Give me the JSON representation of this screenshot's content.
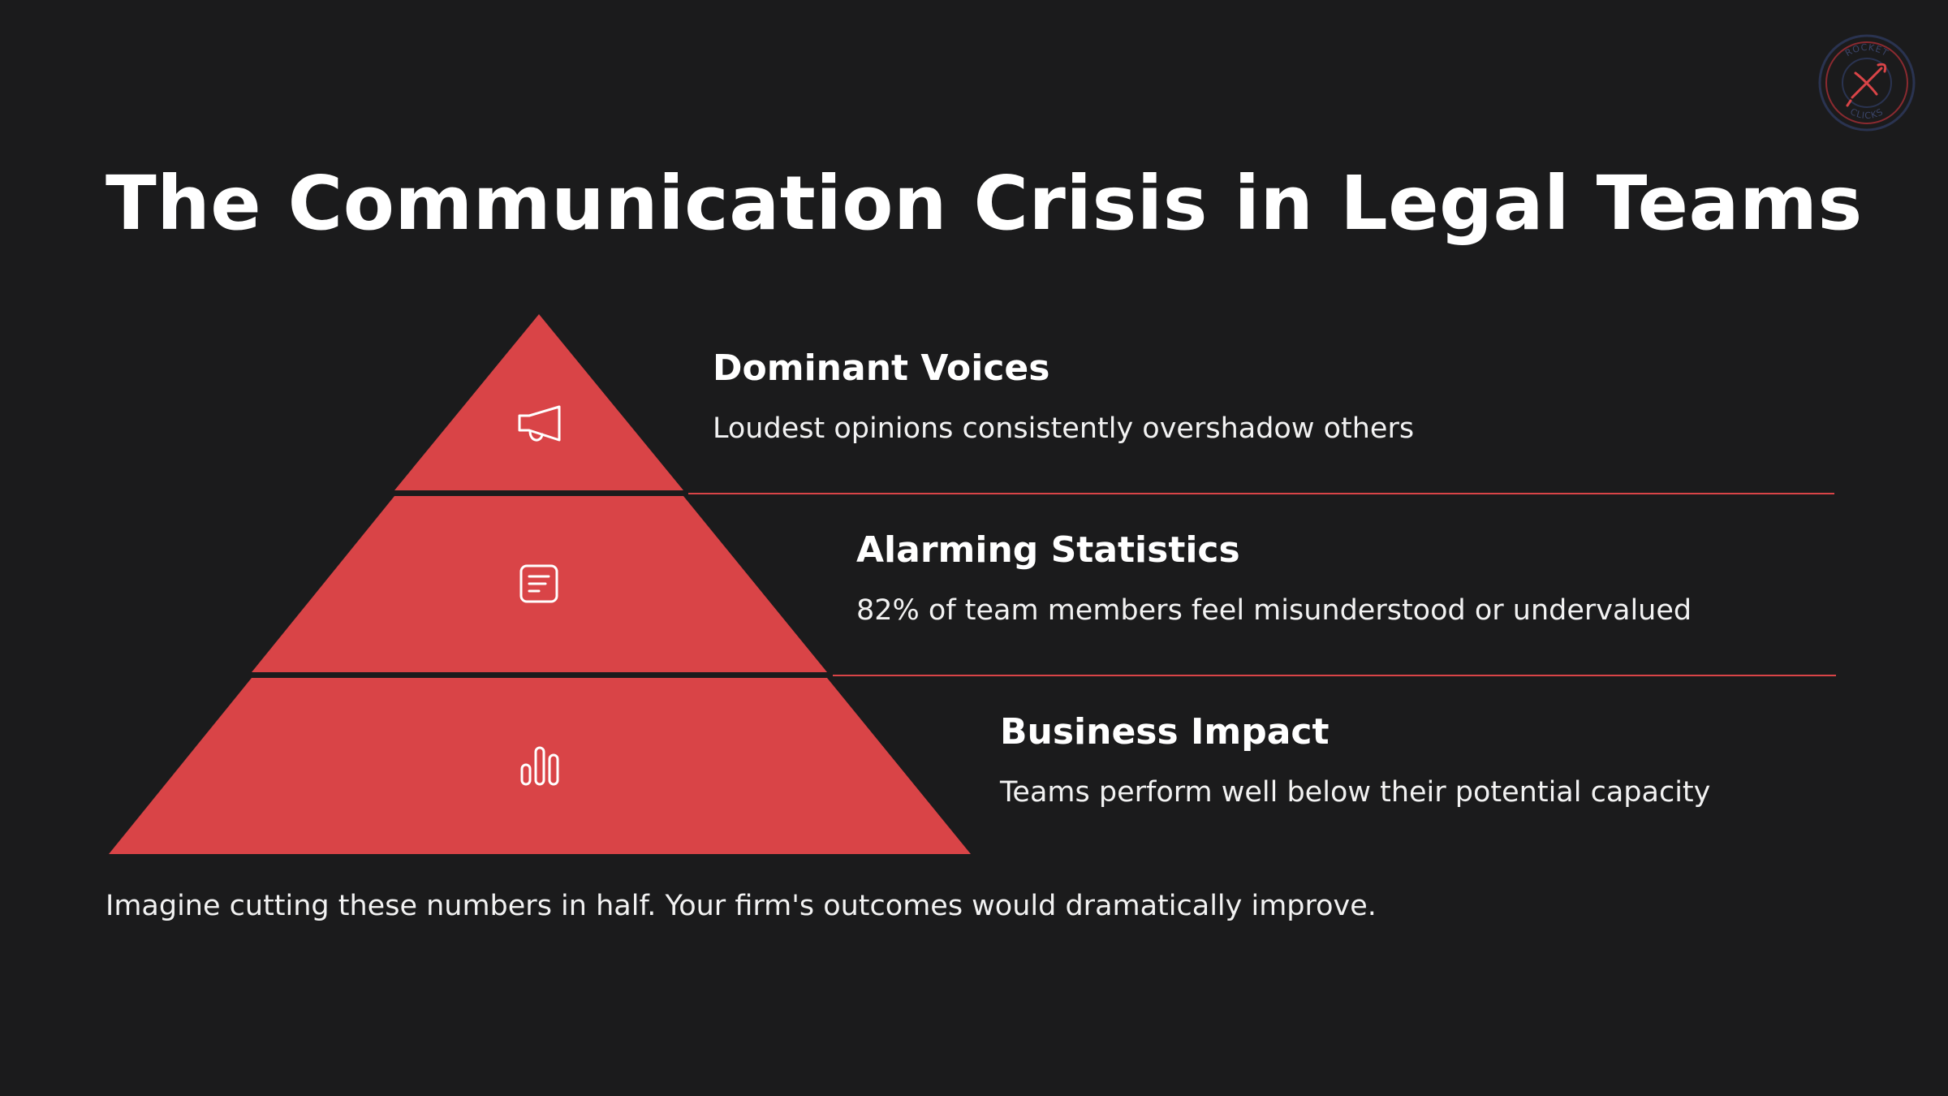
{
  "slide": {
    "title": "The Communication Crisis in Legal Teams",
    "footer": "Imagine cutting these numbers in half. Your firm's outcomes would dramatically improve."
  },
  "levels": [
    {
      "heading": "Dominant Voices",
      "description": "Loudest opinions consistently overshadow others",
      "icon": "megaphone-icon"
    },
    {
      "heading": "Alarming Statistics",
      "description": "82% of team members feel misunderstood or undervalued",
      "icon": "document-icon"
    },
    {
      "heading": "Business Impact",
      "description": "Teams perform well below their potential capacity",
      "icon": "bar-chart-icon"
    }
  ],
  "logo": {
    "text_top": "ROCKET",
    "text_bottom": "CLICKS",
    "icon": "rocket-icon"
  },
  "colors": {
    "background": "#1b1b1c",
    "accent": "#d94447",
    "text": "#ffffff"
  }
}
